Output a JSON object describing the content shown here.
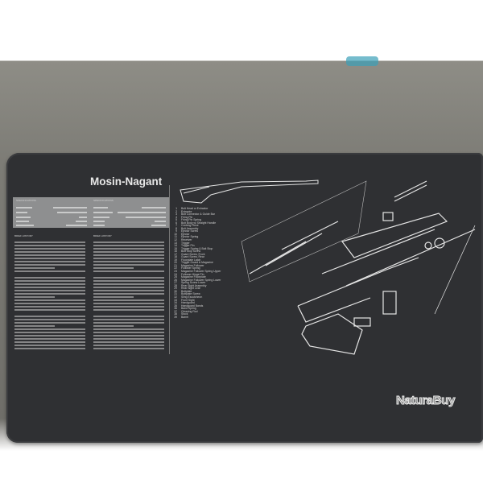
{
  "mat": {
    "title": "Mosin-Nagant",
    "spec_headers": [
      "SPECIFICATIONS",
      "SPECIFICATIONS"
    ],
    "history_headers": [
      "BRIEF HISTORY",
      "BRIEF HISTORY"
    ],
    "parts": [
      {
        "n": "1",
        "name": "Bolt Head or Extractor"
      },
      {
        "n": "2",
        "name": "Extractor"
      },
      {
        "n": "3",
        "name": "Bolt Connector & Guide Bar"
      },
      {
        "n": "4",
        "name": "Firing Pin"
      },
      {
        "n": "5",
        "name": "Firing Pin Spring"
      },
      {
        "n": "6",
        "name": "Bolt Body w/ Straight Handle"
      },
      {
        "n": "7",
        "name": "Cocking Piece"
      },
      {
        "n": "8",
        "name": "Bolt Assembly"
      },
      {
        "n": "9",
        "name": "Ejector Screw"
      },
      {
        "n": "10",
        "name": "Ejector"
      },
      {
        "n": "11",
        "name": "Ejector Spring"
      },
      {
        "n": "12",
        "name": "Receiver"
      },
      {
        "n": "13",
        "name": "Trigger"
      },
      {
        "n": "14",
        "name": "Trigger Pin"
      },
      {
        "n": "15",
        "name": "Trigger Spring & Bolt Stop"
      },
      {
        "n": "16",
        "name": "Bolt Stop Screw"
      },
      {
        "n": "17",
        "name": "Guard Screw, Front"
      },
      {
        "n": "18",
        "name": "Guard Screw, Rear"
      },
      {
        "n": "19",
        "name": "Floorplate Latch"
      },
      {
        "n": "20",
        "name": "Trigger Guard & Magazine"
      },
      {
        "n": "21",
        "name": "Magazine Follower"
      },
      {
        "n": "22",
        "name": "Follower Spring"
      },
      {
        "n": "23",
        "name": "Magazine Follower Spring Upper"
      },
      {
        "n": "24",
        "name": "Follower Hinge Pin"
      },
      {
        "n": "25",
        "name": "Magazine Floorplate"
      },
      {
        "n": "26",
        "name": "Magazine Follower Spring Lower"
      },
      {
        "n": "27",
        "name": "Spring Screw Lower"
      },
      {
        "n": "28",
        "name": "Rear Sight Assembly"
      },
      {
        "n": "29",
        "name": "Rear Sight Leaf"
      },
      {
        "n": "30",
        "name": "Buttplate"
      },
      {
        "n": "31",
        "name": "Buttplate Screw"
      },
      {
        "n": "32",
        "name": "Sling Escutcheon"
      },
      {
        "n": "33",
        "name": "Front Sight"
      },
      {
        "n": "34",
        "name": "Handguard"
      },
      {
        "n": "35",
        "name": "Handguard Bands"
      },
      {
        "n": "36",
        "name": "Band Spring"
      },
      {
        "n": "37",
        "name": "Cleaning Rod"
      },
      {
        "n": "38",
        "name": "Stock"
      },
      {
        "n": "39",
        "name": "Barrel"
      }
    ]
  },
  "watermark": "NaturaBuy",
  "colors": {
    "mat": "#2f3033",
    "band": "#8e8f90",
    "floor": "#7d7c76"
  }
}
